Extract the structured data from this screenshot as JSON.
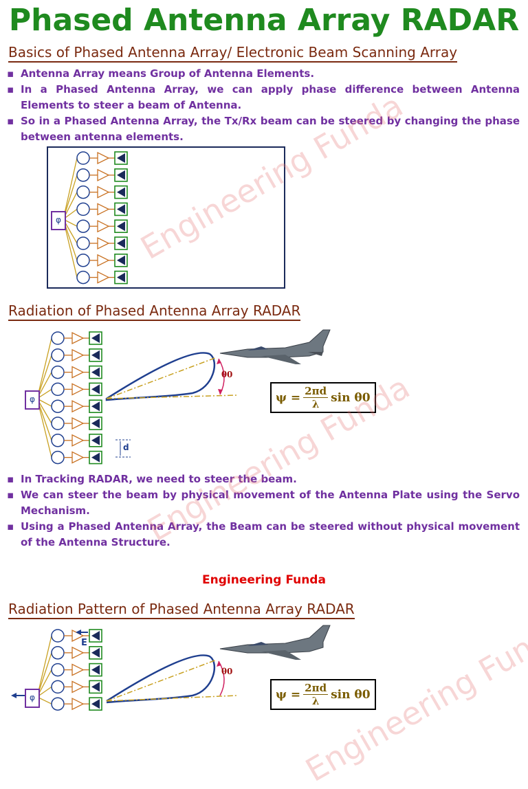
{
  "title": "Phased Antenna Array RADAR",
  "section1": {
    "heading": "Basics of Phased Antenna Array/ Electronic Beam Scanning Array",
    "bullets": [
      "Antenna Array means Group of Antenna Elements.",
      "In a Phased Antenna Array, we can apply phase difference between Antenna Elements to steer a beam of Antenna.",
      "So in a Phased Antenna Array, the Tx/Rx beam can be steered by changing the phase between antenna elements."
    ]
  },
  "section2": {
    "heading": "Radiation of Phased Antenna Array RADAR",
    "diagram": {
      "theta_label": "θ0",
      "spacing_label": "d",
      "phase_box": "φ"
    },
    "formula": {
      "lhs": "ψ =",
      "numerator": "2πd",
      "denominator": "λ",
      "rhs": "sin θ0"
    },
    "bullets": [
      "In Tracking RADAR, we need to steer the beam.",
      "We can steer the beam by physical movement of the Antenna Plate using the Servo Mechanism.",
      "Using a Phased Antenna Array, the Beam can be steered without physical movement of the Antenna Structure."
    ]
  },
  "brand": "Engineering Funda",
  "watermark": "Engineering Funda",
  "section3": {
    "heading": "Radiation Pattern of Phased Antenna Array RADAR",
    "diagram": {
      "theta_label": "θ0",
      "field_label": "E",
      "phase_box": "φ"
    },
    "formula": {
      "lhs": "ψ =",
      "numerator": "2πd",
      "denominator": "λ",
      "rhs": "sin θ0"
    }
  },
  "colors": {
    "title": "#1f8a1f",
    "heading": "#7a2a10",
    "bullet_text": "#7030a0",
    "brand": "#e00000",
    "beam": "#1f3f8f",
    "feed_lines": "#c8a020"
  }
}
